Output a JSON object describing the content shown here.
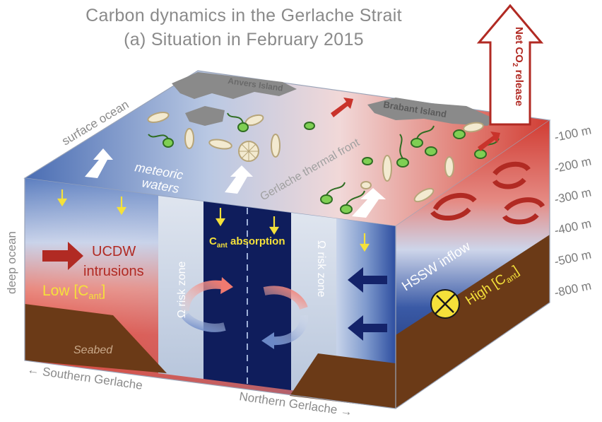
{
  "title": "Carbon dynamics in the Gerlache Strait",
  "subtitle": "(a) Situation in February 2015",
  "labels": {
    "surface_ocean": "surface ocean",
    "deep_ocean": "deep ocean",
    "anvers_island": "Anvers Island",
    "brabant_island": "Brabant Island",
    "meteoric_waters_line1": "meteoric",
    "meteoric_waters_line2": "waters",
    "thermal_front": "Gerlache thermal front",
    "ucdw_line1": "UCDW",
    "ucdw_line2": "intrusions",
    "low_cant_prefix": "Low [C",
    "low_cant_sub": "ant",
    "low_cant_suffix": "]",
    "risk_zone_left": "Ω risk zone",
    "risk_zone_right": "Ω risk zone",
    "cant_absorption_c": "C",
    "cant_absorption_sub": "ant",
    "cant_absorption_rest": " absorption",
    "seabed": "Seabed",
    "hssw_inflow": "HSSW inflow",
    "high_cant_prefix": "High [C",
    "high_cant_sub": "ant",
    "high_cant_suffix": "]",
    "net_co2_prefix": "Net CO",
    "net_co2_sub": "2",
    "net_co2_suffix": " release",
    "southern_gerlache": "← Southern Gerlache",
    "northern_gerlache": "Northern Gerlache →"
  },
  "depth_scale": [
    "-100 m",
    "-200 m",
    "-300 m",
    "-400 m",
    "-500 m",
    "-800 m"
  ],
  "colors": {
    "surface_blue": "#6f8fc4",
    "warm_red": "#d8423a",
    "deep_navy": "#0f1d5c",
    "seabed_brown": "#6b3a17",
    "risk_zone": "#cdd7e6",
    "yellow": "#f5e13a",
    "island_grey": "#8a8a8a",
    "title_grey": "#8a8a8a"
  }
}
